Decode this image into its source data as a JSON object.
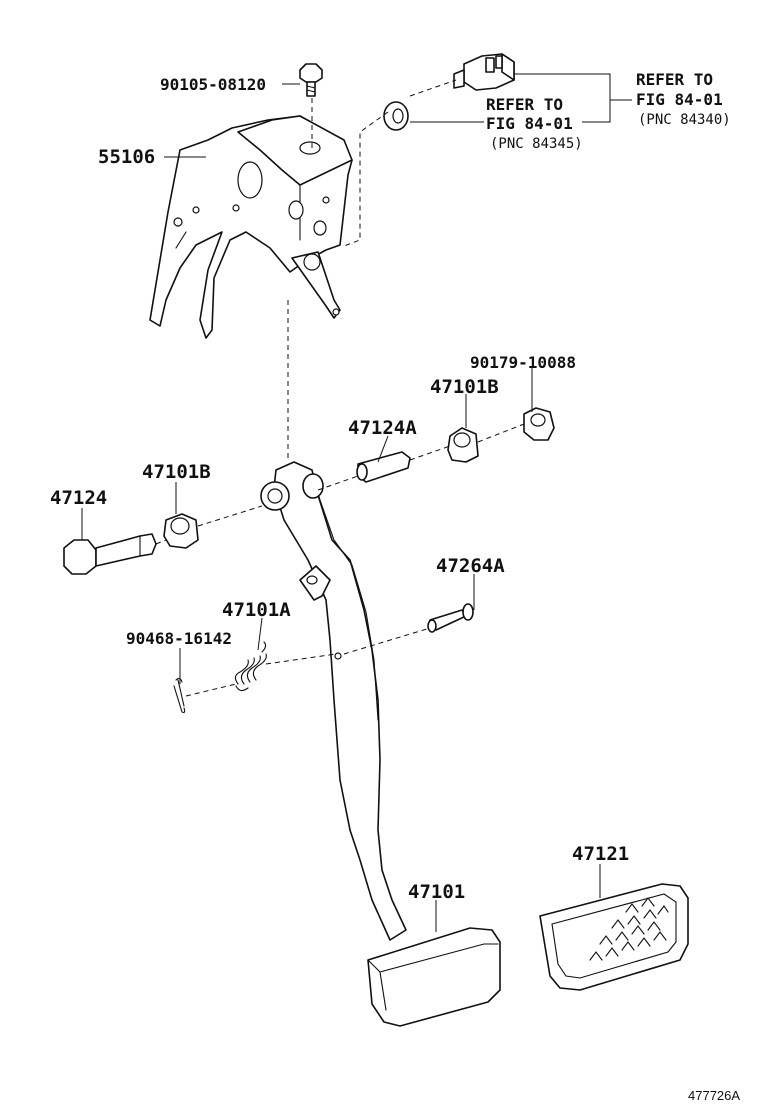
{
  "labels": {
    "bolt_top": "90105-08120",
    "bracket": "55106",
    "refer1_line1": "REFER TO",
    "refer1_line2": "FIG 84-01",
    "refer1_line3": "(PNC 84345)",
    "refer2_line1": "REFER TO",
    "refer2_line2": "FIG 84-01",
    "refer2_line3": "(PNC 84340)",
    "bushing_right": "90179-10088",
    "bushing_b_right": "47101B",
    "sleeve": "47124A",
    "bushing_b_left": "47101B",
    "bolt_pivot": "47124",
    "pin": "47264A",
    "spring": "47101A",
    "clip": "90468-16142",
    "pad": "47121",
    "pedal": "47101",
    "figure_id": "477726A"
  }
}
